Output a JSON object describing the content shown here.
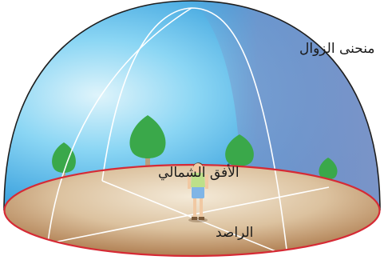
{
  "labels": {
    "meridian": "منحنى الزوال",
    "north_horizon": "الأفق الشمالي",
    "observer": "الراصد"
  },
  "colors": {
    "sky_light": "#dff4fb",
    "sky_mid": "#6cc8ef",
    "sky_edge": "#2e8fd1",
    "sky_shade": "#7a93c9",
    "ground_center": "#f2e6d3",
    "ground_edge": "#b5875a",
    "horizon_line": "#d62a35",
    "tree_leaf": "#3aa84a",
    "tree_trunk": "#b7a07f",
    "guide_lines": "#ffffff"
  },
  "icons": {
    "trees": "tree-icon",
    "observer": "person-icon"
  }
}
